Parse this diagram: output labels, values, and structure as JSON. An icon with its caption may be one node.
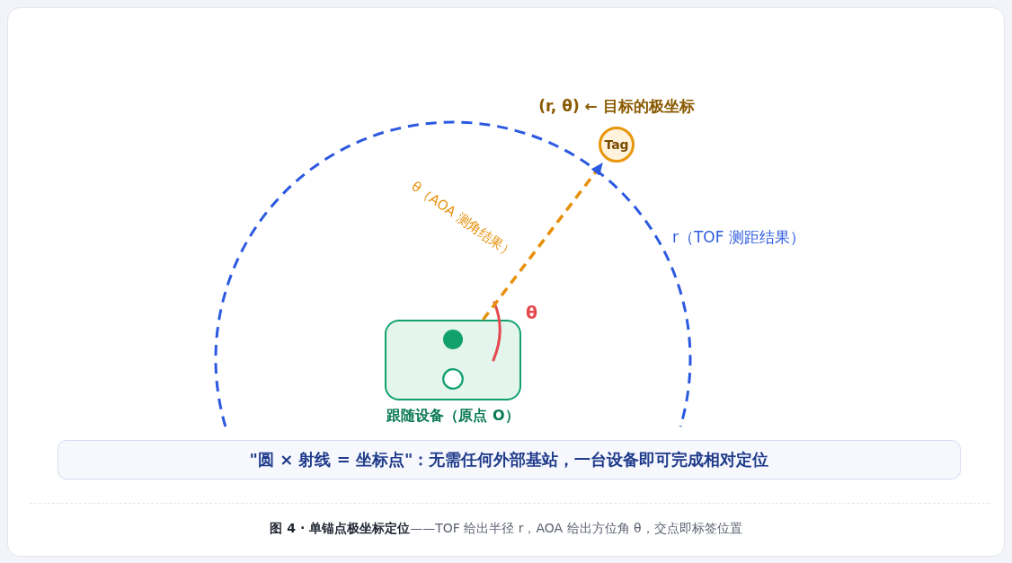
{
  "diagram": {
    "caption": "**图 4 · 单锚点极坐标定位**——TOF 给出半径 r，AOA 给出方位角 θ，交点即标签位置",
    "nodes": [
      {
        "text": [
          "Tag"
        ],
        "beside": [
          "(r, θ) ← 目标的极坐标"
        ]
      },
      {
        "text": [
          "跟随设备（原点 O）"
        ]
      },
      {
        "text": [
          "\"圆 × 射线 = 坐标点\"：无需任何外部基站，一台设备即可完成相对定位"
        ]
      }
    ],
    "edges": [
      {
        "from": 1,
        "to": 0,
        "arrow": "to",
        "style": "dashed",
        "color": "#e8900c",
        "label": "θ（AOA 测角结果）"
      }
    ],
    "labels": [
      "r（TOF 测距结果）",
      "θ"
    ]
  }
}
